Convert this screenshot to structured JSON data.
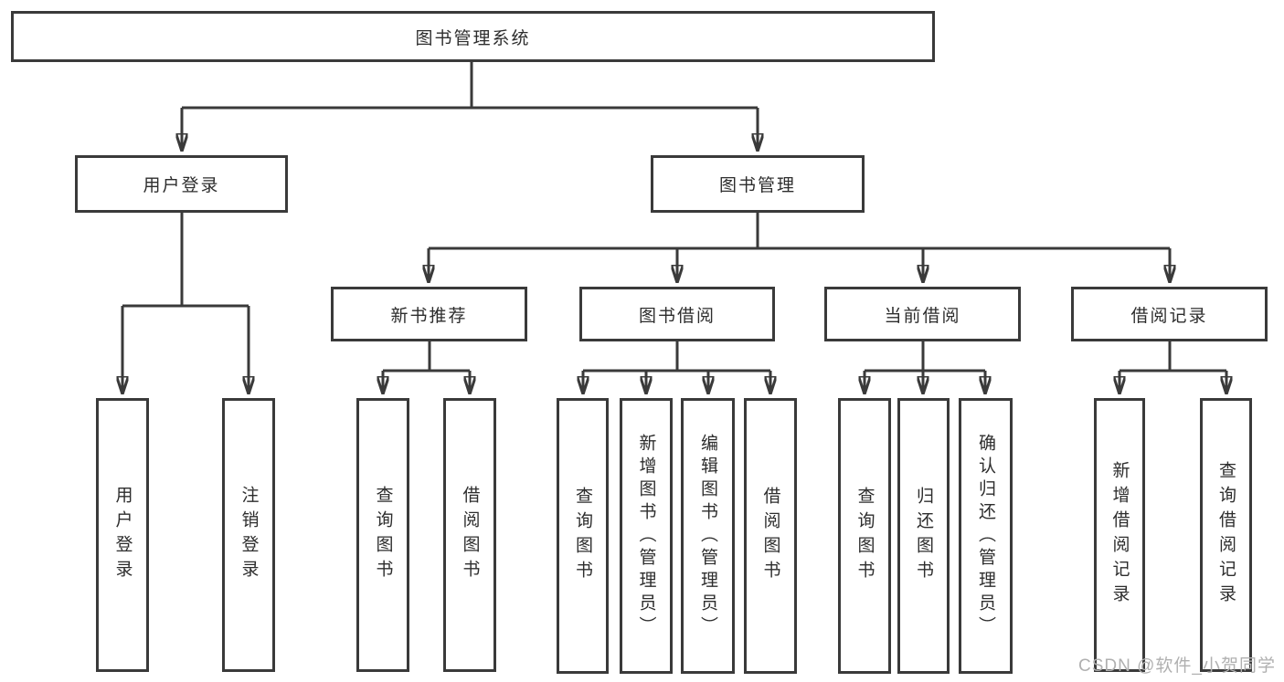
{
  "root": {
    "label": "图书管理系统"
  },
  "level2": [
    {
      "label": "用户登录"
    },
    {
      "label": "图书管理"
    }
  ],
  "level3": [
    {
      "label": "新书推荐"
    },
    {
      "label": "图书借阅"
    },
    {
      "label": "当前借阅"
    },
    {
      "label": "借阅记录"
    }
  ],
  "leaves": {
    "user_login_group": [
      "用户登录",
      "注销登录"
    ],
    "new_book_group": [
      "查询图书",
      "借阅图书"
    ],
    "book_borrow_group": [
      "查询图书",
      "新增图书（管理员）",
      "编辑图书（管理员）",
      "借阅图书"
    ],
    "current_borrow_group": [
      "查询图书",
      "归还图书",
      "确认归还（管理员）"
    ],
    "borrow_record_group": [
      "新增借阅记录",
      "查询借阅记录"
    ]
  },
  "watermark": "CSDN @软件_小贺同学",
  "colors": {
    "line": "#3a3a3a",
    "text": "#2d2d2d",
    "background": "#ffffff",
    "watermark": "#b0b0b0"
  }
}
